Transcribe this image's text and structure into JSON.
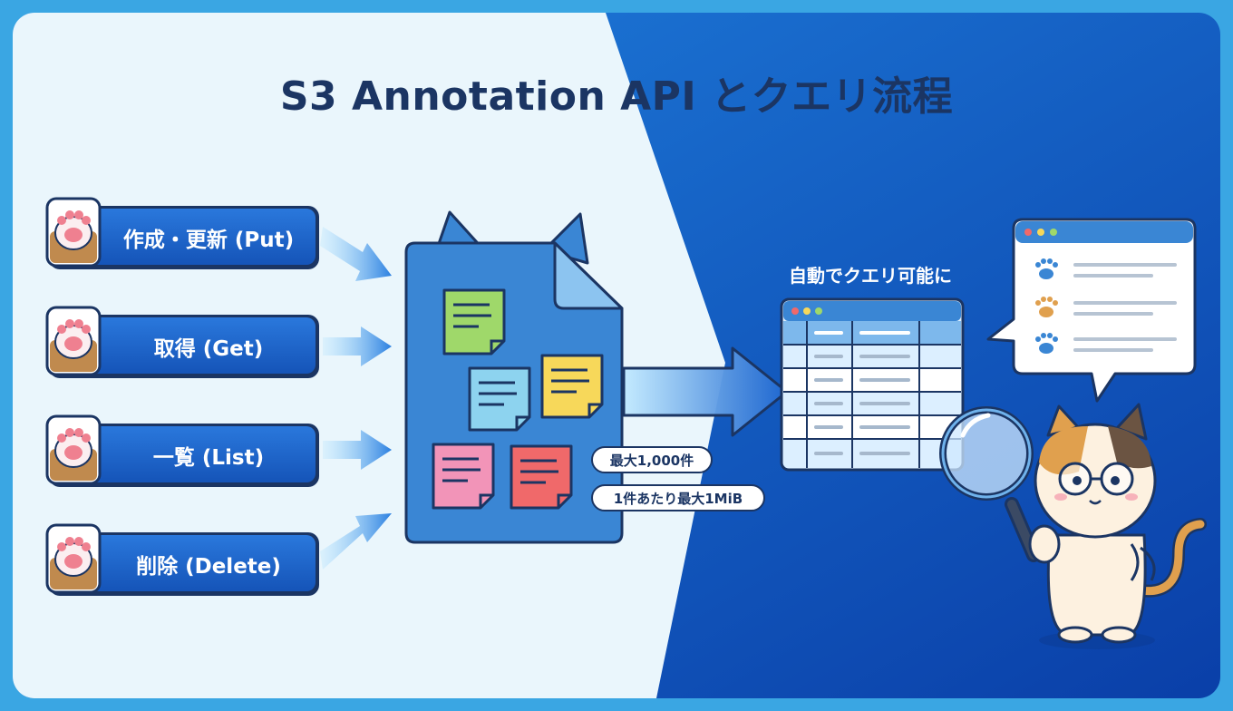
{
  "title": "S3 Annotation API とクエリ流程",
  "operations": [
    {
      "label": "作成・更新 (Put)"
    },
    {
      "label": "取得 (Get)"
    },
    {
      "label": "一覧 (List)"
    },
    {
      "label": "削除 (Delete)"
    }
  ],
  "limits": {
    "max_count": "最大1,000件",
    "max_size": "1件あたり最大1MiB"
  },
  "query_caption": "自動でクエリ可能に",
  "colors": {
    "title": "#1b3563",
    "button": "#1d63c9",
    "panel_light": "#e9f5fc",
    "panel_dark": "#0a50b8",
    "document": "#3a86d4",
    "note_green": "#9fd86a",
    "note_blue": "#8dd3ef",
    "note_yellow": "#f7d85a",
    "note_pink": "#f294b8",
    "note_red": "#f0696a"
  },
  "icons": [
    "paw-icon",
    "document-icon",
    "sticky-note-icon",
    "table-icon",
    "chat-bubble-icon",
    "magnifier-icon",
    "cat-icon"
  ]
}
